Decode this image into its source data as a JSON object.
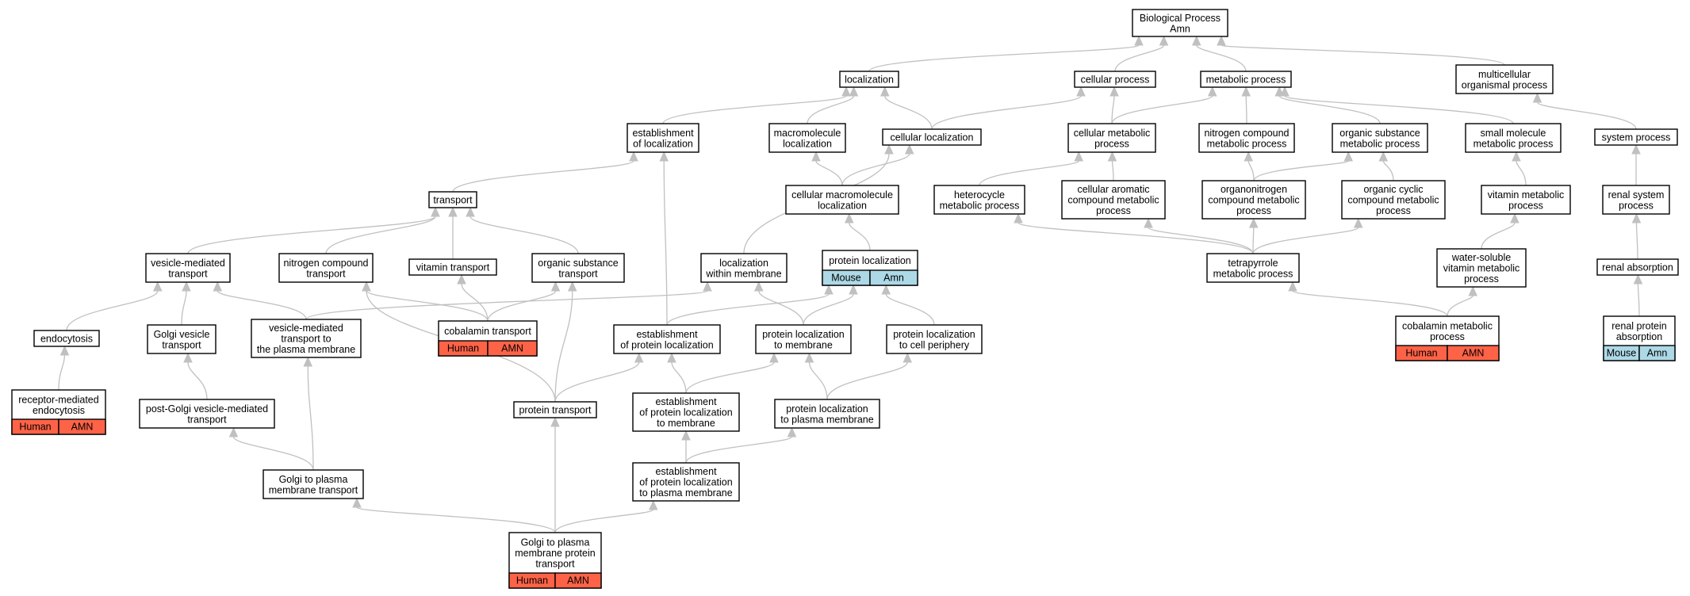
{
  "colors": {
    "human": "#ff6347",
    "mouse": "#add8e6",
    "edge": "#c0c0c0",
    "border": "#000000",
    "background": "#ffffff"
  },
  "nodes": [
    {
      "id": "bp",
      "lines": [
        "Biological Process",
        "Amn"
      ]
    },
    {
      "id": "localization",
      "lines": [
        "localization"
      ]
    },
    {
      "id": "cellular-process",
      "lines": [
        "cellular process"
      ]
    },
    {
      "id": "metabolic-process",
      "lines": [
        "metabolic process"
      ]
    },
    {
      "id": "multicellular",
      "lines": [
        "multicellular",
        "organismal process"
      ]
    },
    {
      "id": "establishment-localization",
      "lines": [
        "establishment",
        "of localization"
      ]
    },
    {
      "id": "macromolecule-localization",
      "lines": [
        "macromolecule",
        "localization"
      ]
    },
    {
      "id": "cellular-localization",
      "lines": [
        "cellular localization"
      ]
    },
    {
      "id": "cellular-metabolic",
      "lines": [
        "cellular metabolic",
        "process"
      ]
    },
    {
      "id": "nitrogen-metabolic",
      "lines": [
        "nitrogen compound",
        "metabolic process"
      ]
    },
    {
      "id": "organic-substance-metabolic",
      "lines": [
        "organic substance",
        "metabolic process"
      ]
    },
    {
      "id": "small-molecule",
      "lines": [
        "small molecule",
        "metabolic process"
      ]
    },
    {
      "id": "system-process",
      "lines": [
        "system process"
      ]
    },
    {
      "id": "transport",
      "lines": [
        "transport"
      ]
    },
    {
      "id": "cellular-macromolecule-localization",
      "lines": [
        "cellular macromolecule",
        "localization"
      ]
    },
    {
      "id": "heterocycle",
      "lines": [
        "heterocycle",
        "metabolic process"
      ]
    },
    {
      "id": "cellular-aromatic",
      "lines": [
        "cellular aromatic",
        "compound metabolic",
        "process"
      ]
    },
    {
      "id": "organonitrogen",
      "lines": [
        "organonitrogen",
        "compound metabolic",
        "process"
      ]
    },
    {
      "id": "organic-cyclic",
      "lines": [
        "organic cyclic",
        "compound metabolic",
        "process"
      ]
    },
    {
      "id": "vitamin-metabolic",
      "lines": [
        "vitamin metabolic",
        "process"
      ]
    },
    {
      "id": "renal-system",
      "lines": [
        "renal system",
        "process"
      ]
    },
    {
      "id": "vesicle-mediated-transport",
      "lines": [
        "vesicle-mediated",
        "transport"
      ]
    },
    {
      "id": "nitrogen-transport",
      "lines": [
        "nitrogen compound",
        "transport"
      ]
    },
    {
      "id": "vitamin-transport",
      "lines": [
        "vitamin transport"
      ]
    },
    {
      "id": "organic-substance-transport",
      "lines": [
        "organic substance",
        "transport"
      ]
    },
    {
      "id": "localization-within-membrane",
      "lines": [
        "localization",
        "within membrane"
      ]
    },
    {
      "id": "protein-localization",
      "lines": [
        "protein localization"
      ],
      "cells": [
        {
          "label": "Mouse",
          "species": "mouse"
        },
        {
          "label": "Amn",
          "species": "mouse"
        }
      ]
    },
    {
      "id": "tetrapyrrole",
      "lines": [
        "tetrapyrrole",
        "metabolic process"
      ]
    },
    {
      "id": "water-soluble",
      "lines": [
        "water-soluble",
        "vitamin metabolic",
        "process"
      ]
    },
    {
      "id": "renal-absorption",
      "lines": [
        "renal absorption"
      ]
    },
    {
      "id": "endocytosis",
      "lines": [
        "endocytosis"
      ]
    },
    {
      "id": "golgi-vesicle",
      "lines": [
        "Golgi vesicle",
        "transport"
      ]
    },
    {
      "id": "vesicle-plasma",
      "lines": [
        "vesicle-mediated",
        "transport to",
        "the plasma membrane"
      ]
    },
    {
      "id": "cobalamin-transport",
      "lines": [
        "cobalamin transport"
      ],
      "cells": [
        {
          "label": "Human",
          "species": "human"
        },
        {
          "label": "AMN",
          "species": "human"
        }
      ]
    },
    {
      "id": "establishment-protein-localization",
      "lines": [
        "establishment",
        "of protein localization"
      ]
    },
    {
      "id": "protein-localization-membrane",
      "lines": [
        "protein localization",
        "to membrane"
      ]
    },
    {
      "id": "protein-localization-periphery",
      "lines": [
        "protein localization",
        "to cell periphery"
      ]
    },
    {
      "id": "cobalamin-metabolic",
      "lines": [
        "cobalamin metabolic",
        "process"
      ],
      "cells": [
        {
          "label": "Human",
          "species": "human"
        },
        {
          "label": "AMN",
          "species": "human"
        }
      ]
    },
    {
      "id": "renal-protein-absorption",
      "lines": [
        "renal protein",
        "absorption"
      ],
      "cells": [
        {
          "label": "Mouse",
          "species": "mouse"
        },
        {
          "label": "Amn",
          "species": "mouse"
        }
      ]
    },
    {
      "id": "receptor-endocytosis",
      "lines": [
        "receptor-mediated",
        "endocytosis"
      ],
      "cells": [
        {
          "label": "Human",
          "species": "human"
        },
        {
          "label": "AMN",
          "species": "human"
        }
      ]
    },
    {
      "id": "post-golgi",
      "lines": [
        "post-Golgi vesicle-mediated",
        "transport"
      ]
    },
    {
      "id": "protein-transport",
      "lines": [
        "protein transport"
      ]
    },
    {
      "id": "establishment-membrane",
      "lines": [
        "establishment",
        "of protein localization",
        "to membrane"
      ]
    },
    {
      "id": "protein-localization-plasma",
      "lines": [
        "protein localization",
        "to plasma membrane"
      ]
    },
    {
      "id": "golgi-plasma-transport",
      "lines": [
        "Golgi to plasma",
        "membrane transport"
      ]
    },
    {
      "id": "establishment-plasma",
      "lines": [
        "establishment",
        "of protein localization",
        "to plasma membrane"
      ]
    },
    {
      "id": "golgi-plasma-protein",
      "lines": [
        "Golgi to plasma",
        "membrane protein",
        "transport"
      ],
      "cells": [
        {
          "label": "Human",
          "species": "human"
        },
        {
          "label": "AMN",
          "species": "human"
        }
      ]
    }
  ],
  "edges": [
    [
      "localization",
      "bp"
    ],
    [
      "cellular-process",
      "bp"
    ],
    [
      "metabolic-process",
      "bp"
    ],
    [
      "multicellular",
      "bp"
    ],
    [
      "establishment-localization",
      "localization"
    ],
    [
      "macromolecule-localization",
      "localization"
    ],
    [
      "cellular-localization",
      "localization"
    ],
    [
      "cellular-localization",
      "cellular-process"
    ],
    [
      "cellular-metabolic",
      "cellular-process"
    ],
    [
      "cellular-metabolic",
      "metabolic-process"
    ],
    [
      "nitrogen-metabolic",
      "metabolic-process"
    ],
    [
      "organic-substance-metabolic",
      "metabolic-process"
    ],
    [
      "small-molecule",
      "metabolic-process"
    ],
    [
      "system-process",
      "multicellular"
    ],
    [
      "transport",
      "establishment-localization"
    ],
    [
      "cellular-macromolecule-localization",
      "macromolecule-localization"
    ],
    [
      "cellular-macromolecule-localization",
      "cellular-localization"
    ],
    [
      "localization-within-membrane",
      "cellular-localization"
    ],
    [
      "heterocycle",
      "cellular-metabolic"
    ],
    [
      "cellular-aromatic",
      "cellular-metabolic"
    ],
    [
      "organonitrogen",
      "nitrogen-metabolic"
    ],
    [
      "organonitrogen",
      "organic-substance-metabolic"
    ],
    [
      "organic-cyclic",
      "organic-substance-metabolic"
    ],
    [
      "vitamin-metabolic",
      "small-molecule"
    ],
    [
      "renal-system",
      "system-process"
    ],
    [
      "vesicle-mediated-transport",
      "transport"
    ],
    [
      "nitrogen-transport",
      "transport"
    ],
    [
      "vitamin-transport",
      "transport"
    ],
    [
      "organic-substance-transport",
      "transport"
    ],
    [
      "protein-localization",
      "cellular-macromolecule-localization"
    ],
    [
      "tetrapyrrole",
      "heterocycle"
    ],
    [
      "tetrapyrrole",
      "cellular-aromatic"
    ],
    [
      "tetrapyrrole",
      "organonitrogen"
    ],
    [
      "tetrapyrrole",
      "organic-cyclic"
    ],
    [
      "water-soluble",
      "vitamin-metabolic"
    ],
    [
      "renal-absorption",
      "renal-system"
    ],
    [
      "endocytosis",
      "vesicle-mediated-transport"
    ],
    [
      "golgi-vesicle",
      "vesicle-mediated-transport"
    ],
    [
      "vesicle-plasma",
      "vesicle-mediated-transport"
    ],
    [
      "vesicle-plasma",
      "localization-within-membrane"
    ],
    [
      "cobalamin-transport",
      "nitrogen-transport"
    ],
    [
      "cobalamin-transport",
      "vitamin-transport"
    ],
    [
      "cobalamin-transport",
      "organic-substance-transport"
    ],
    [
      "establishment-protein-localization",
      "establishment-localization"
    ],
    [
      "establishment-protein-localization",
      "protein-localization"
    ],
    [
      "protein-localization-membrane",
      "localization-within-membrane"
    ],
    [
      "protein-localization-membrane",
      "protein-localization"
    ],
    [
      "protein-localization-periphery",
      "protein-localization"
    ],
    [
      "cobalamin-metabolic",
      "tetrapyrrole"
    ],
    [
      "cobalamin-metabolic",
      "water-soluble"
    ],
    [
      "renal-protein-absorption",
      "renal-absorption"
    ],
    [
      "receptor-endocytosis",
      "endocytosis"
    ],
    [
      "post-golgi",
      "golgi-vesicle"
    ],
    [
      "protein-transport",
      "nitrogen-transport"
    ],
    [
      "protein-transport",
      "organic-substance-transport"
    ],
    [
      "protein-transport",
      "establishment-protein-localization"
    ],
    [
      "establishment-membrane",
      "establishment-protein-localization"
    ],
    [
      "establishment-membrane",
      "protein-localization-membrane"
    ],
    [
      "protein-localization-plasma",
      "protein-localization-membrane"
    ],
    [
      "protein-localization-plasma",
      "protein-localization-periphery"
    ],
    [
      "golgi-plasma-transport",
      "post-golgi"
    ],
    [
      "golgi-plasma-transport",
      "vesicle-plasma"
    ],
    [
      "establishment-plasma",
      "establishment-membrane"
    ],
    [
      "establishment-plasma",
      "protein-localization-plasma"
    ],
    [
      "golgi-plasma-protein",
      "golgi-plasma-transport"
    ],
    [
      "golgi-plasma-protein",
      "protein-transport"
    ],
    [
      "golgi-plasma-protein",
      "establishment-plasma"
    ]
  ]
}
